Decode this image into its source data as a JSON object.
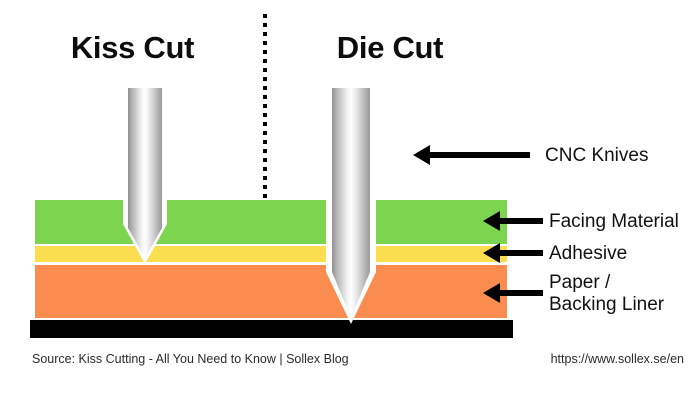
{
  "diagram": {
    "panels": [
      {
        "id": "kiss-cut",
        "title": "Kiss Cut"
      },
      {
        "id": "die-cut",
        "title": "Die Cut"
      }
    ],
    "layers": [
      {
        "id": "facing",
        "label": "Facing Material",
        "color": "#7DD44F"
      },
      {
        "id": "adhesive",
        "label": "Adhesive",
        "color": "#FBDE4F"
      },
      {
        "id": "liner",
        "label": "Paper /\nBacking Liner",
        "color": "#FB8C4F"
      },
      {
        "id": "backing",
        "label": "",
        "color": "#000000"
      }
    ],
    "callouts": [
      {
        "id": "cnc-knives",
        "label": "CNC Knives"
      },
      {
        "id": "facing-material",
        "label": "Facing Material"
      },
      {
        "id": "adhesive",
        "label": "Adhesive"
      },
      {
        "id": "paper-liner-1",
        "label": "Paper /"
      },
      {
        "id": "paper-liner-2",
        "label": "Backing Liner"
      }
    ],
    "knives": [
      {
        "id": "kiss-cut-knife",
        "depth": "through-facing-into-adhesive"
      },
      {
        "id": "die-cut-knife",
        "depth": "through-all-layers-to-backing"
      }
    ]
  },
  "footer": {
    "source": "Source: Kiss Cutting - All You Need to Know | Sollex Blog",
    "url": "https://www.sollex.se/en"
  }
}
